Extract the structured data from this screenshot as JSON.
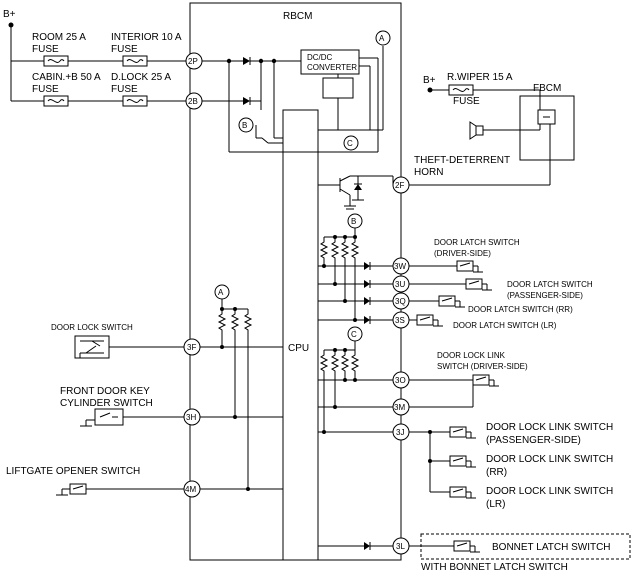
{
  "supply": {
    "bplus_left": "B+",
    "bplus_right": "B+"
  },
  "fuses": {
    "room_line1": "ROOM 25 A",
    "room_line2": "FUSE",
    "interior_line1": "INTERIOR 10 A",
    "interior_line2": "FUSE",
    "cabin_line1": "CABIN.+B 50 A",
    "cabin_line2": "FUSE",
    "dlock_line1": "D.LOCK 25 A",
    "dlock_line2": "FUSE",
    "rwiper_line1": "R.WIPER 15 A",
    "rwiper_line2": "FUSE"
  },
  "modules": {
    "rbcm": "RBCM",
    "dcdc_line1": "DC/DC",
    "dcdc_line2": "CONVERTER",
    "cpu": "CPU",
    "fbcm": "FBCM"
  },
  "connectors": {
    "c2p": "2P",
    "c2b": "2B",
    "c2f": "2F",
    "c3w": "3W",
    "c3u": "3U",
    "c3q": "3Q",
    "c3s": "3S",
    "c3o": "3O",
    "c3m": "3M",
    "c3j": "3J",
    "c3f": "3F",
    "c3h": "3H",
    "c4m": "4M",
    "c3l": "3L"
  },
  "refs": {
    "a": "A",
    "b": "B",
    "c": "C"
  },
  "components": {
    "horn_line1": "THEFT-DETERRENT",
    "horn_line2": "HORN",
    "latch_driver_line1": "DOOR LATCH SWITCH",
    "latch_driver_line2": "(DRIVER-SIDE)",
    "latch_passenger_line1": "DOOR LATCH SWITCH",
    "latch_passenger_line2": "(PASSENGER-SIDE)",
    "latch_rr": "DOOR LATCH SWITCH (RR)",
    "latch_lr": "DOOR LATCH SWITCH (LR)",
    "link_driver_line1": "DOOR LOCK LINK",
    "link_driver_line2": "SWITCH (DRIVER-SIDE)",
    "link_passenger_line1": "DOOR LOCK LINK SWITCH",
    "link_passenger_line2": "(PASSENGER-SIDE)",
    "link_rr_line1": "DOOR LOCK LINK SWITCH",
    "link_rr_line2": "(RR)",
    "link_lr_line1": "DOOR LOCK LINK SWITCH",
    "link_lr_line2": "(LR)",
    "door_lock_switch": "DOOR LOCK SWITCH",
    "key_cyl_line1": "FRONT DOOR KEY",
    "key_cyl_line2": "CYLINDER SWITCH",
    "liftgate": "LIFTGATE OPENER SWITCH",
    "bonnet_latch": "BONNET LATCH SWITCH",
    "bonnet_note": "WITH BONNET LATCH SWITCH"
  }
}
